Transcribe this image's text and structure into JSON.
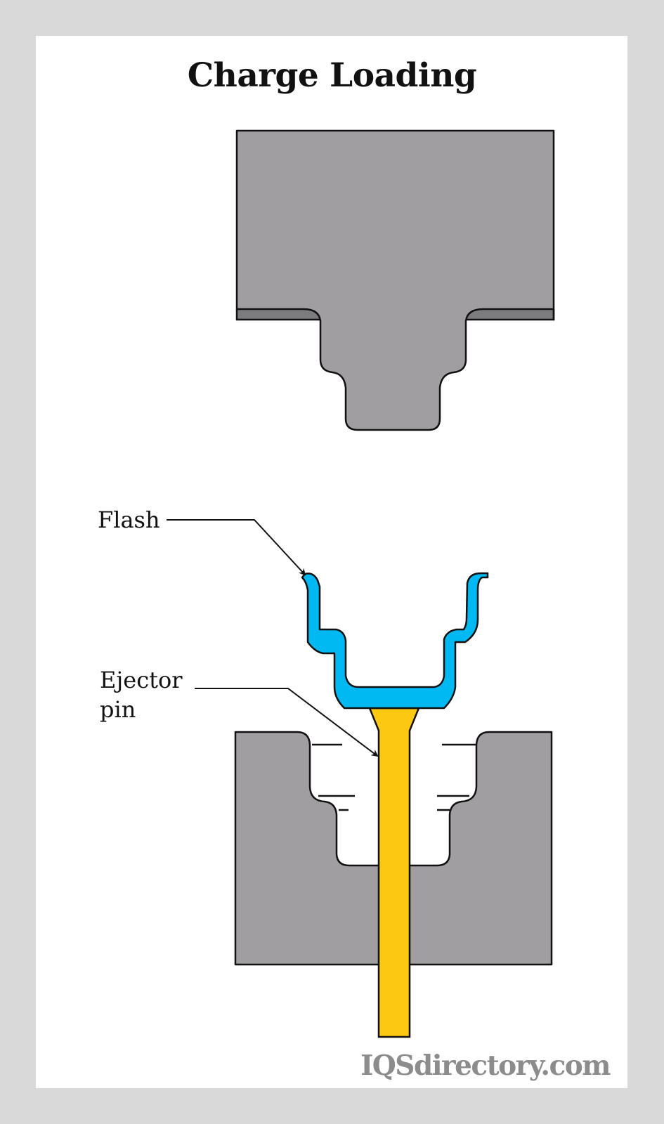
{
  "title": "Charge Loading",
  "labels": {
    "flash": "Flash",
    "ejector_pin_line1": "Ejector",
    "ejector_pin_line2": "pin"
  },
  "watermark": "IQSdirectory.com",
  "colors": {
    "frame": "#d9d9d9",
    "mold_gray": "#a09ea0",
    "mold_shadow": "#7c7b7d",
    "flash_blue": "#00b9f2",
    "pin_yellow": "#fcc812",
    "outline": "#111111",
    "watermark_gray": "#8c8c8c"
  },
  "parts": [
    {
      "id": "upper-mold",
      "name": "Upper mold (punch)"
    },
    {
      "id": "charge",
      "name": "Molded charge with flash"
    },
    {
      "id": "ejector-pin",
      "name": "Ejector pin"
    },
    {
      "id": "lower-mold",
      "name": "Lower mold (cavity)"
    }
  ]
}
